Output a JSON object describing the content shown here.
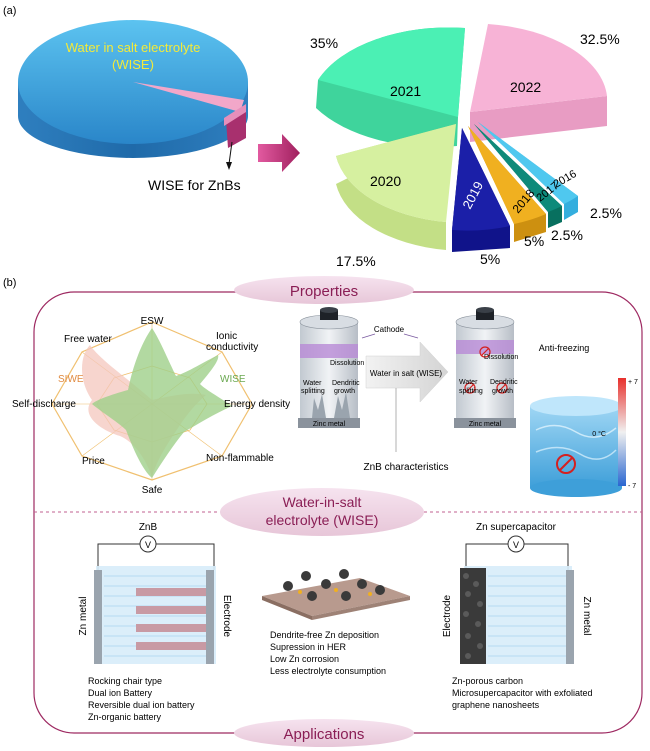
{
  "panel_a": {
    "label": "(a)",
    "big_pie_label_line1": "Water in salt electrolyte",
    "big_pie_label_line2": "(WISE)",
    "callout": "WISE for ZnBs",
    "percent_labels": {
      "p2021": "35%",
      "p2022": "32.5%",
      "p2020": "17.5%",
      "p2019": "5%",
      "p2018": "5%",
      "p2017": "2.5%",
      "p2016": "2.5%"
    },
    "slice_labels": {
      "y2021": "2021",
      "y2022": "2022",
      "y2020": "2020",
      "y2019": "2019",
      "y2018": "2018",
      "y2017": "2017",
      "y2016": "2016"
    },
    "colors": {
      "big_pie": "#3aa0dd",
      "s2021": "#4bf0b4",
      "s2022": "#f7b3d6",
      "s2020": "#d6f0a0",
      "s2019": "#1b1fa8",
      "s2018": "#f0b020",
      "s2017": "#0e8a7a",
      "s2016": "#4fc8ef",
      "arrow": "#c0307a"
    }
  },
  "panel_b": {
    "label": "(b)",
    "properties_title": "Properties",
    "wise_title_line1": "Water-in-salt",
    "wise_title_line2": "electrolyte (WISE)",
    "applications_title": "Applications",
    "radar": {
      "esw": "ESW",
      "ionic_line1": "Ionic",
      "ionic_line2": "conductivity",
      "energy_density": "Energy density",
      "non_flammable": "Non-flammable",
      "safe": "Safe",
      "price": "Price",
      "self_discharge": "Self-discharge",
      "free_water": "Free water",
      "siwe": "SIWE",
      "wise": "WISE"
    },
    "battery": {
      "cathode": "Cathode",
      "dissolution": "Dissolution",
      "water_splitting_line1": "Water",
      "water_splitting_line2": "splitting",
      "dendritic_line1": "Dendritic",
      "dendritic_line2": "growth",
      "zinc_metal": "Zinc metal",
      "arrow_text": "Water in salt (WISE)",
      "dissolution2": "Dissolution",
      "water2": "Water",
      "splitting2": "splitting",
      "dendritic2": "Dendritic",
      "growth2": "growth",
      "zinc_metal2": "Zinc metal",
      "characteristics": "ZnB characteristics",
      "anti_freezing": "Anti-freezing",
      "scale_top": "+ 7",
      "scale_mid": "0 °C",
      "scale_bot": "- 7"
    },
    "znb": {
      "title": "ZnB",
      "v": "V",
      "zn_metal": "Zn metal",
      "electrode": "Electrode",
      "list": [
        "Rocking chair type",
        "Dual ion Battery",
        "Reversible dual ion battery",
        "Zn-organic battery"
      ]
    },
    "center_list": [
      "Dendrite-free Zn deposition",
      "Supression in HER",
      "Low Zn corrosion",
      "Less electrolyte consumption"
    ],
    "supercap": {
      "title": "Zn supercapacitor",
      "v": "V",
      "electrode": "Electrode",
      "zn_metal": "Zn metal",
      "list": [
        "Zn-porous carbon",
        "Microsupercapacitor with exfoliated",
        "graphene nanosheets"
      ]
    }
  }
}
